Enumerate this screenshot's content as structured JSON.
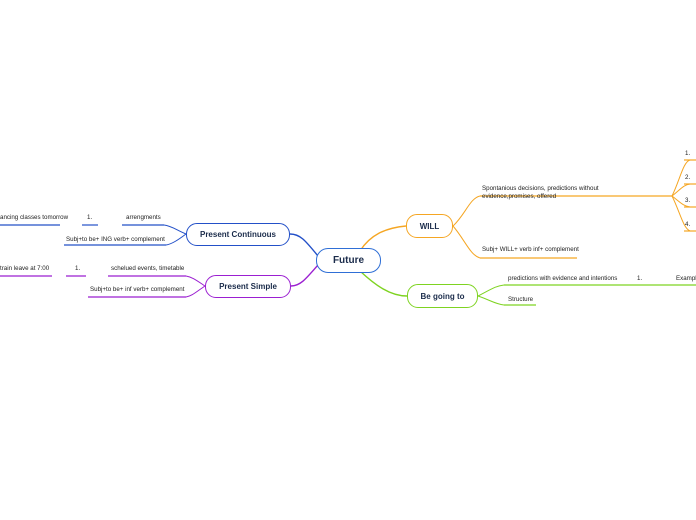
{
  "central": {
    "label": "Future",
    "color": "#2f6fd6"
  },
  "will": {
    "label": "WILL",
    "color": "#f5a623",
    "use": "Spontanious decisions, predictions without evidence,promises, offered",
    "structure": "Subj+ WILL+ verb inf+ complement",
    "sub_numbers": [
      "1.",
      "2.",
      "3.",
      "4."
    ]
  },
  "going_to": {
    "label": "Be going to",
    "color": "#7ed321",
    "use": "predictions with evidence and intentions",
    "number": "1.",
    "example": "Exampl",
    "structure": "Structure"
  },
  "present_continuous": {
    "label": "Present Continuous",
    "color": "#2350c8",
    "use": "arrengments",
    "number": "1.",
    "example": "ancing classes tomorrow",
    "structure": "Subj+to be+ ING verb+ complement"
  },
  "present_simple": {
    "label": "Present Simple",
    "color": "#9b1fd1",
    "use": "schelued events, timetable",
    "number": "1.",
    "example": "train leave at 7:00",
    "structure": "Subj+to be+ inf verb+ complement"
  }
}
